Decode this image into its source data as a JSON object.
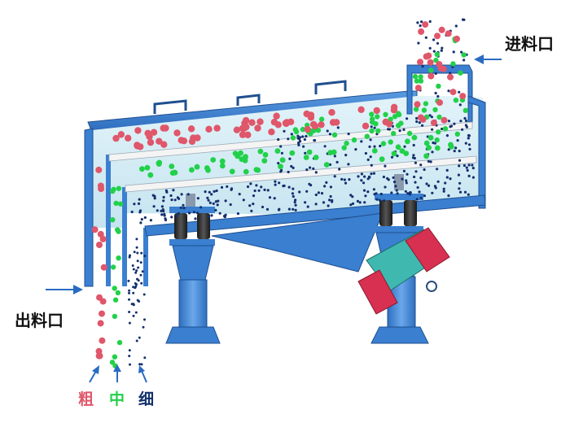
{
  "labels": {
    "inlet": "进料口",
    "outlet": "出料口",
    "coarse": "粗",
    "medium": "中",
    "fine": "细"
  },
  "colors": {
    "machine": "#3a7fd0",
    "machine_dark": "#2a62a8",
    "chamber": "#d4ecf5",
    "coarse": "#e0566a",
    "medium": "#22d14a",
    "fine": "#14306e",
    "arrow": "#2a6bc2",
    "motor_red": "#d83050",
    "motor_teal": "#3fb8b0"
  }
}
